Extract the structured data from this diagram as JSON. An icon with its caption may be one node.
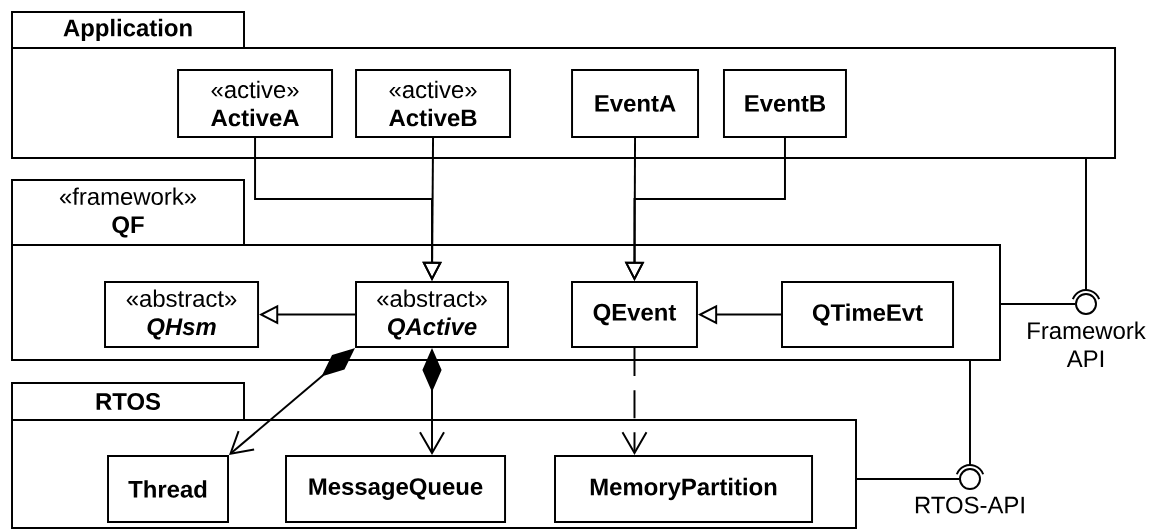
{
  "diagram": {
    "nodes": [
      {
        "text": [
          "Application"
        ]
      },
      {
        "text": [
          "«active»",
          "ActiveA"
        ],
        "in": 0
      },
      {
        "text": [
          "«active»",
          "ActiveB"
        ],
        "in": 0
      },
      {
        "text": [
          "EventA"
        ],
        "in": 0
      },
      {
        "text": [
          "EventB"
        ],
        "in": 0
      },
      {
        "text": [
          "«framework»",
          "QF"
        ]
      },
      {
        "text": [
          "«abstract»",
          "QHsm"
        ],
        "in": 5
      },
      {
        "text": [
          "«abstract»",
          "QActive"
        ],
        "in": 5
      },
      {
        "text": [
          "QEvent"
        ],
        "in": 5
      },
      {
        "text": [
          "QTimeEvt"
        ],
        "in": 5
      },
      {
        "text": [
          "RTOS"
        ]
      },
      {
        "text": [
          "Thread"
        ],
        "in": 10
      },
      {
        "text": [
          "MessageQueue"
        ],
        "in": 10
      },
      {
        "text": [
          "MemoryPartition"
        ],
        "in": 10
      },
      {
        "text": [
          "Framework API"
        ]
      },
      {
        "text": [
          "RTOS-API"
        ]
      }
    ],
    "edges": [
      {
        "from": 1,
        "to": 7,
        "arrow": "to"
      },
      {
        "from": 2,
        "to": 7,
        "arrow": "to"
      },
      {
        "from": 3,
        "to": 8,
        "arrow": "to"
      },
      {
        "from": 4,
        "to": 8,
        "arrow": "to"
      },
      {
        "from": 7,
        "to": 6,
        "arrow": "to"
      },
      {
        "from": 9,
        "to": 8,
        "arrow": "to"
      },
      {
        "from": 7,
        "to": 11,
        "arrow": "to"
      },
      {
        "from": 7,
        "to": 12,
        "arrow": "to"
      },
      {
        "from": 8,
        "to": 13,
        "arrow": "to",
        "style": "dashed"
      },
      {
        "from": 0,
        "to": 14,
        "arrow": "none"
      },
      {
        "from": 5,
        "to": 14,
        "arrow": "none"
      },
      {
        "from": 5,
        "to": 15,
        "arrow": "none"
      },
      {
        "from": 10,
        "to": 15,
        "arrow": "none"
      }
    ]
  }
}
